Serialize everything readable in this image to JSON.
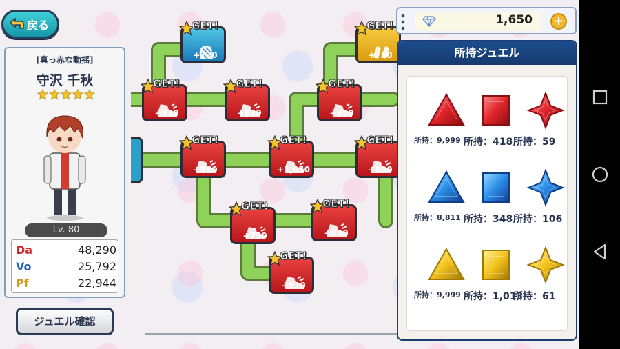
{
  "back_button": {
    "label": "戻る"
  },
  "character": {
    "title": "[真っ赤な動揺]",
    "name": "守沢 千秋",
    "star_count": 5,
    "level": "Lv. 80",
    "stats": [
      {
        "key": "Da",
        "value": "48,290",
        "color": "#d8262b"
      },
      {
        "key": "Vo",
        "value": "25,792",
        "color": "#2a65b8"
      },
      {
        "key": "Pf",
        "value": "22,944",
        "color": "#d69b14"
      }
    ]
  },
  "jewel_check_button": {
    "label": "ジュエル確認"
  },
  "currency": {
    "value": "1,650",
    "add_symbol": "+"
  },
  "jewel_panel": {
    "title": "所持ジュエル",
    "jewels": [
      {
        "color": "red",
        "shape": "triangle",
        "label": "所持：9,999"
      },
      {
        "color": "red",
        "shape": "square",
        "label": "所持：418"
      },
      {
        "color": "red",
        "shape": "star",
        "label": "所持：59"
      },
      {
        "color": "blue",
        "shape": "triangle",
        "label": "所持：8,811"
      },
      {
        "color": "blue",
        "shape": "square",
        "label": "所持：348"
      },
      {
        "color": "blue",
        "shape": "star",
        "label": "所持：106"
      },
      {
        "color": "yellow",
        "shape": "triangle",
        "label": "所持：9,999"
      },
      {
        "color": "yellow",
        "shape": "square",
        "label": "所持：1,013"
      },
      {
        "color": "yellow",
        "shape": "star",
        "label": "所持：61"
      }
    ]
  },
  "map_nodes": [
    {
      "get_label": "GET!",
      "amount": "+720",
      "color": "blue",
      "icon": "hand-icon"
    },
    {
      "get_label": "GET!",
      "amount": "+750",
      "color": "yellow",
      "icon": "clap-icon"
    },
    {
      "get_label": "GET!",
      "amount": "+930",
      "color": "red",
      "icon": "shoe-icon"
    },
    {
      "get_label": "GET!",
      "amount": "+830",
      "color": "red",
      "icon": "shoe-icon"
    },
    {
      "get_label": "GET!",
      "amount": "+950",
      "color": "red",
      "icon": "shoe-icon"
    },
    {
      "get_label": "GET!",
      "amount": "+960",
      "color": "red",
      "icon": "shoe-icon"
    },
    {
      "get_label": "GET!",
      "amount": "+1,050",
      "color": "red",
      "icon": "shoe-icon"
    },
    {
      "get_label": "GET!",
      "amount": "+800",
      "color": "red",
      "icon": "shoe-icon"
    },
    {
      "get_label": "GET!",
      "amount": "+750",
      "color": "red",
      "icon": "shoe-icon"
    },
    {
      "get_label": "GET!",
      "amount": "+840",
      "color": "red",
      "icon": "shoe-icon"
    },
    {
      "get_label": "GET!",
      "amount": "+910",
      "color": "red",
      "icon": "shoe-icon"
    }
  ]
}
